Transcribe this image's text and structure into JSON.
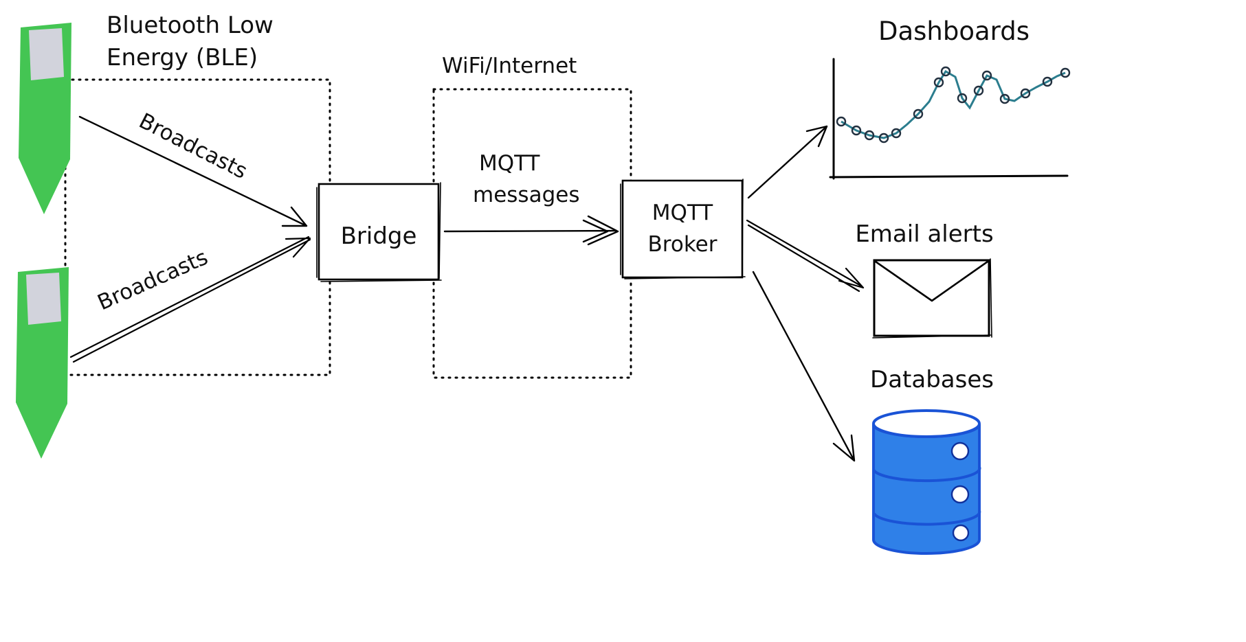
{
  "labels": {
    "ble_line1": "Bluetooth Low",
    "ble_line2": "Energy (BLE)",
    "wifi": "WiFi/Internet",
    "broadcasts_top": "Broadcasts",
    "broadcasts_bottom": "Broadcasts",
    "bridge": "Bridge",
    "mqtt_msg_line1": "MQTT",
    "mqtt_msg_line2": "messages",
    "broker_line1": "MQTT",
    "broker_line2": "Broker",
    "dashboards": "Dashboards",
    "email": "Email alerts",
    "databases": "Databases"
  },
  "icons": {
    "sensor": "ble-sensor-tag",
    "dashboards": "line-chart-sketch",
    "email": "envelope",
    "databases": "database-cylinder"
  },
  "colors": {
    "ink": "#000000",
    "sensor_green": "#44c553",
    "sensor_screen": "#d2d3dc",
    "database_fill": "#2f80e8",
    "database_stroke": "#1a53d6",
    "chart_line": "#2b7d8e",
    "chart_marker": "#22303f"
  },
  "edges": {
    "sensor_top_to_bridge": "Broadcasts",
    "sensor_bottom_to_bridge": "Broadcasts",
    "bridge_to_broker": "MQTT messages",
    "broker_to_dashboards": "",
    "broker_to_email": "",
    "broker_to_databases": ""
  }
}
